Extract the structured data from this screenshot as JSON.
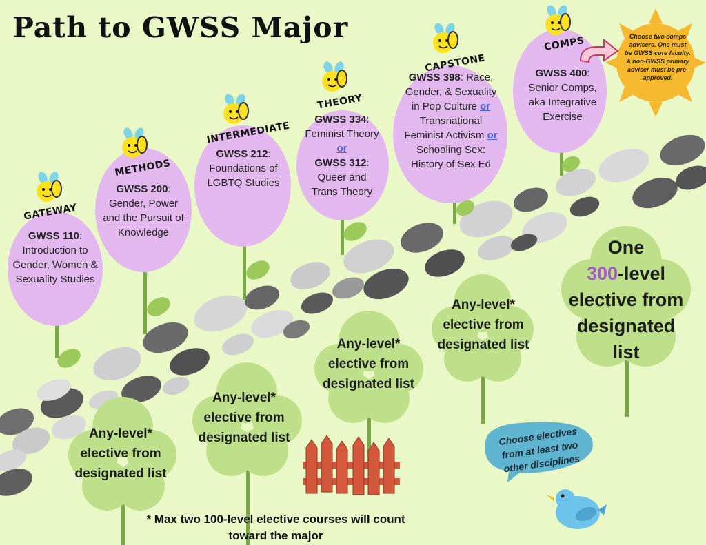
{
  "title": "Path to GWSS Major",
  "stages": [
    {
      "label": "GATEWAY",
      "code": "GWSS 110",
      "desc": "Introduction to Gender, Women & Sexuality Studies"
    },
    {
      "label": "METHODS",
      "code": "GWSS 200",
      "desc": "Gender, Power and the Pursuit of Knowledge"
    },
    {
      "label": "INTERMEDIATE",
      "code": "GWSS 212",
      "desc": "Foundations of LGBTQ Studies"
    },
    {
      "label": "THEORY",
      "code_a": "GWSS 334",
      "desc_a": "Feminist Theory",
      "or": "or",
      "code_b": "GWSS 312",
      "desc_b": "Queer and Trans Theory"
    },
    {
      "label": "CAPSTONE",
      "code": "GWSS 398",
      "desc_a": "Race, Gender, & Sexuality in Pop Culture",
      "or": "or",
      "desc_b": "Transnational Feminist Activism",
      "desc_c": "Schooling Sex: History of Sex Ed"
    },
    {
      "label": "COMPS",
      "code": "GWSS 400",
      "desc": "Senior Comps, aka Integrative Exercise"
    }
  ],
  "sun_note": "Choose two comps advisers. One must be GWSS core faculty. A non-GWSS primary adviser must be pre-approved.",
  "electives": {
    "any_level": "Any-level* elective from designated list",
    "upper_num": "300",
    "upper_pre": "One",
    "upper_post": "-level elective from designated list"
  },
  "bird_note": "Choose electives from at least two other disciplines",
  "footnote": "* Max two 100-level elective courses will count toward the major",
  "colors": {
    "background": "#eaf8c8",
    "flower": "#e2b8ee",
    "tree": "#bfe08a",
    "stem": "#7aa845",
    "sun": "#f5b82e",
    "fence": "#d2573b",
    "bird": "#6ec3ea",
    "accent_purple": "#a35bc9",
    "or_link": "#4a63d8"
  },
  "icons": [
    "bee-icon",
    "sun-icon",
    "arrow-icon",
    "bird-icon",
    "fence-icon",
    "stepping-stones"
  ]
}
